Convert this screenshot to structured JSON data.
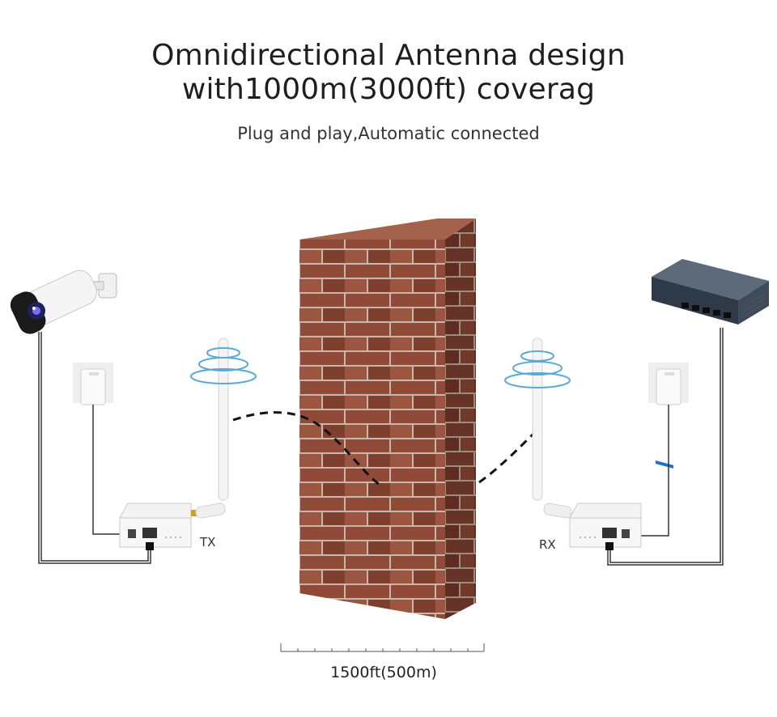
{
  "headline": {
    "line1": "Omnidirectional Antenna design",
    "line2": "with1000m(3000ft) coverag"
  },
  "subheadline": "Plug and play,Automatic connected",
  "labels": {
    "tx": "TX",
    "rx": "RX"
  },
  "distance": "1500ft(500m)",
  "colors": {
    "brick": "#8f4b38",
    "mortar": "#c9b8a9",
    "signal_waves": "#5aa9d6",
    "cable": "#333333",
    "link": "#111111"
  },
  "icons": [
    "security-camera-icon",
    "network-switch-icon",
    "power-adapter-icon",
    "wireless-bridge-icon",
    "antenna-icon",
    "signal-waves-icon",
    "brick-wall-icon"
  ]
}
